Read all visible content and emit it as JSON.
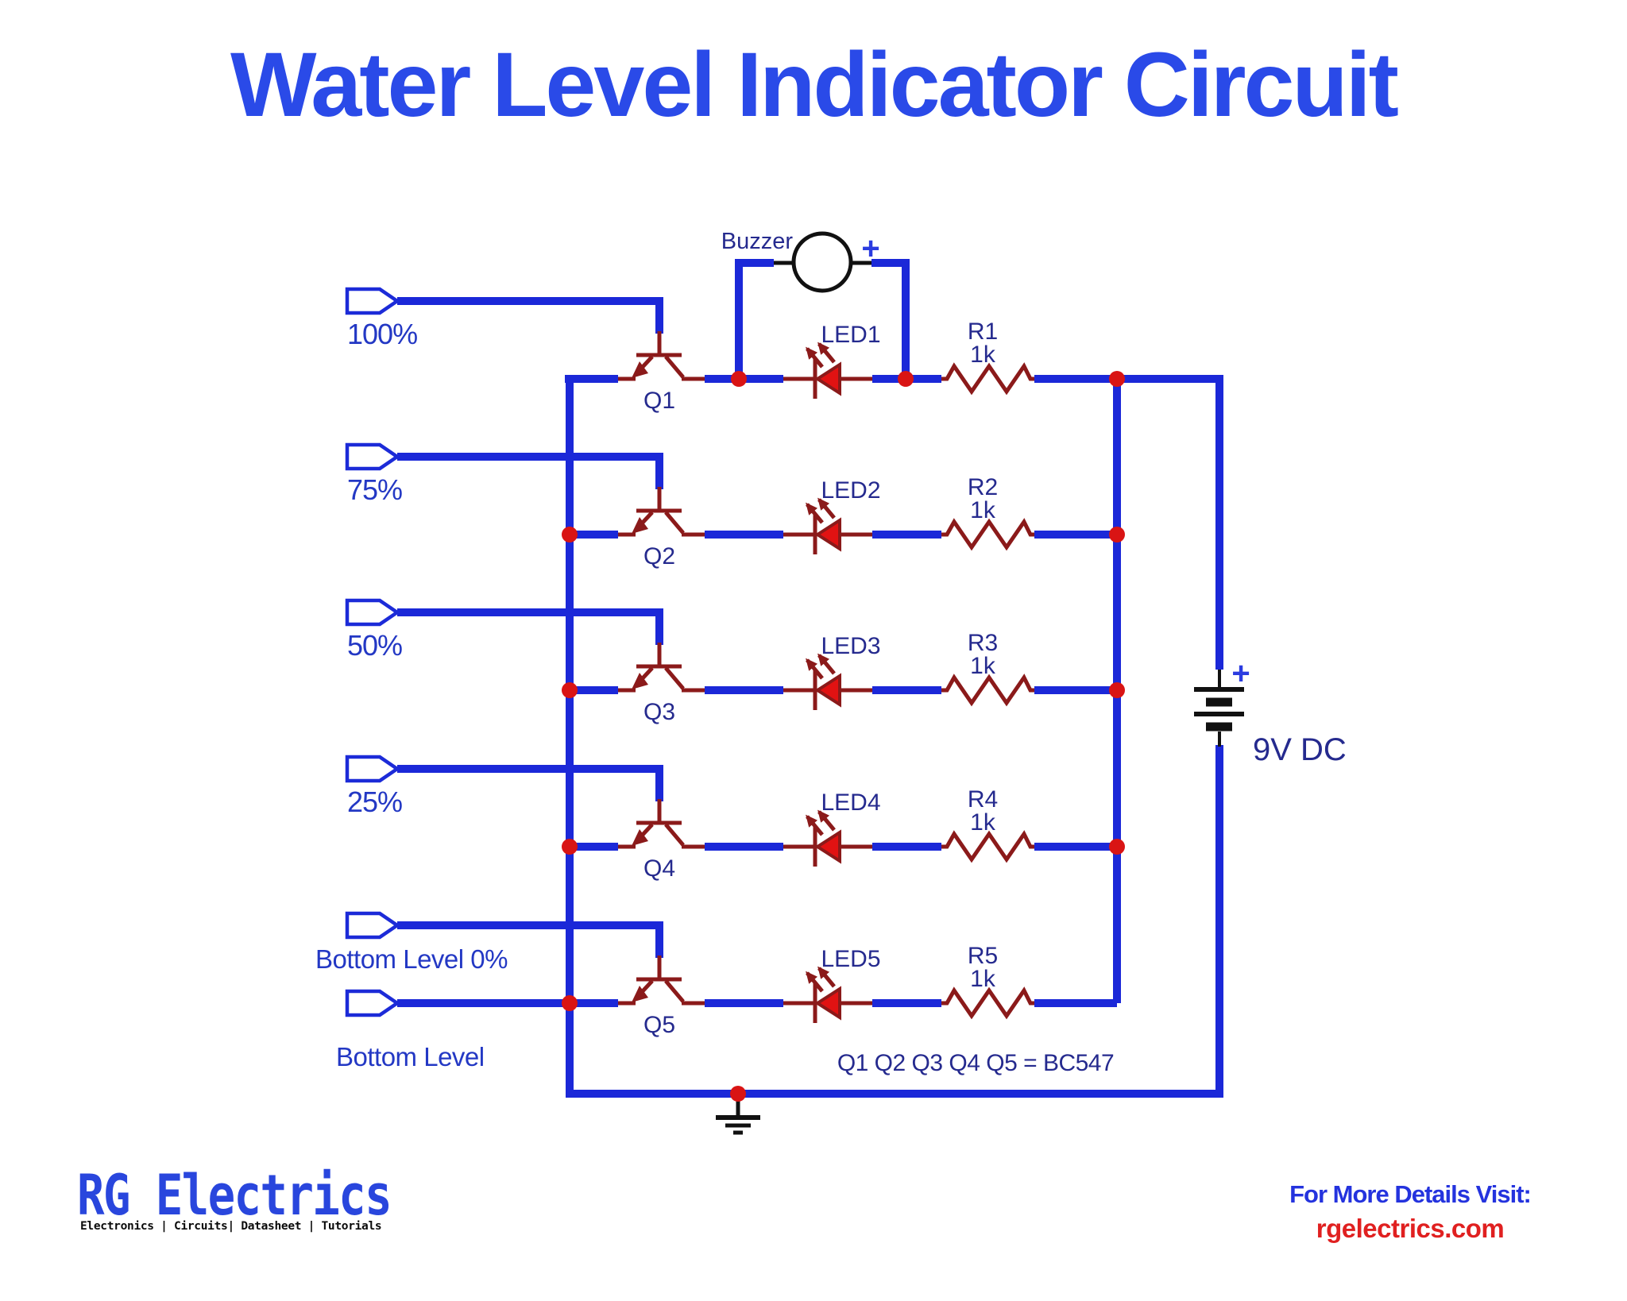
{
  "title": "Water Level Indicator Circuit",
  "probes": [
    {
      "label": "100%"
    },
    {
      "label": "75%"
    },
    {
      "label": "50%"
    },
    {
      "label": "25%"
    },
    {
      "label": "Bottom Level 0%"
    },
    {
      "label": "Bottom Level"
    }
  ],
  "rows": [
    {
      "q": "Q1",
      "led": "LED1",
      "r": "R1",
      "value": "1k"
    },
    {
      "q": "Q2",
      "led": "LED2",
      "r": "R2",
      "value": "1k"
    },
    {
      "q": "Q3",
      "led": "LED3",
      "r": "R3",
      "value": "1k"
    },
    {
      "q": "Q4",
      "led": "LED4",
      "r": "R4",
      "value": "1k"
    },
    {
      "q": "Q5",
      "led": "LED5",
      "r": "R5",
      "value": "1k"
    }
  ],
  "buzzer": {
    "label": "Buzzer",
    "plus": "+"
  },
  "battery": {
    "plus": "+",
    "label": "9V DC"
  },
  "note": "Q1 Q2 Q3 Q4 Q5 = BC547",
  "brand": {
    "name": "RG Electrics",
    "tagline": "Electronics | Circuits| Datasheet | Tutorials"
  },
  "footer": {
    "visit": "For More Details Visit:",
    "site": "rgelectrics.com"
  },
  "colors": {
    "wire_blue": "#1b28d8",
    "component_red": "#8b1a1a",
    "led_fill_red": "#e11212",
    "junction_dot_red": "#d91414",
    "schematic_text_navy": "#252a8e",
    "probe_text_blue": "#2338c4",
    "title_blue": "#2a4ae8",
    "footer_blue": "#2433de",
    "footer_red": "#e02020",
    "logo_blue": "#2946dd",
    "black": "#111111"
  }
}
